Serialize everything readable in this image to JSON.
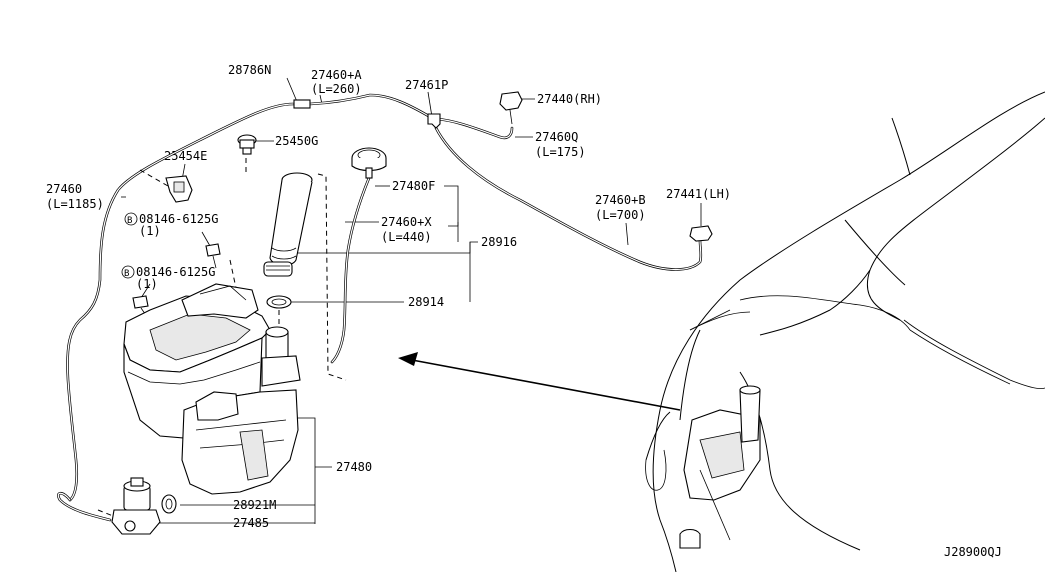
{
  "diagram_id": "J28900QJ",
  "labels": {
    "p28786N": "28786N",
    "p27460A": "27460+A",
    "p27460A_len": "(L=260)",
    "p27461P": "27461P",
    "p27440RH": "27440(RH)",
    "p25450G": "25450G",
    "p27460Q": "27460Q",
    "p27460Q_len": "(L=175)",
    "p25454E": "25454E",
    "p27480F": "27480F",
    "p27460": "27460",
    "p27460_len": "(L=1185)",
    "p27460B": "27460+B",
    "p27460B_len": "(L=700)",
    "p27441LH": "27441(LH)",
    "bolt1": "08146-6125G",
    "bolt1_qty": "(1)",
    "p27460X": "27460+X",
    "p27460X_len": "(L=440)",
    "p28916": "28916",
    "bolt2": "08146-6125G",
    "bolt2_qty": "(1)",
    "p28914": "28914",
    "p27480": "27480",
    "p28921M": "28921M",
    "p27485": "27485",
    "bolt_marker": "B"
  }
}
